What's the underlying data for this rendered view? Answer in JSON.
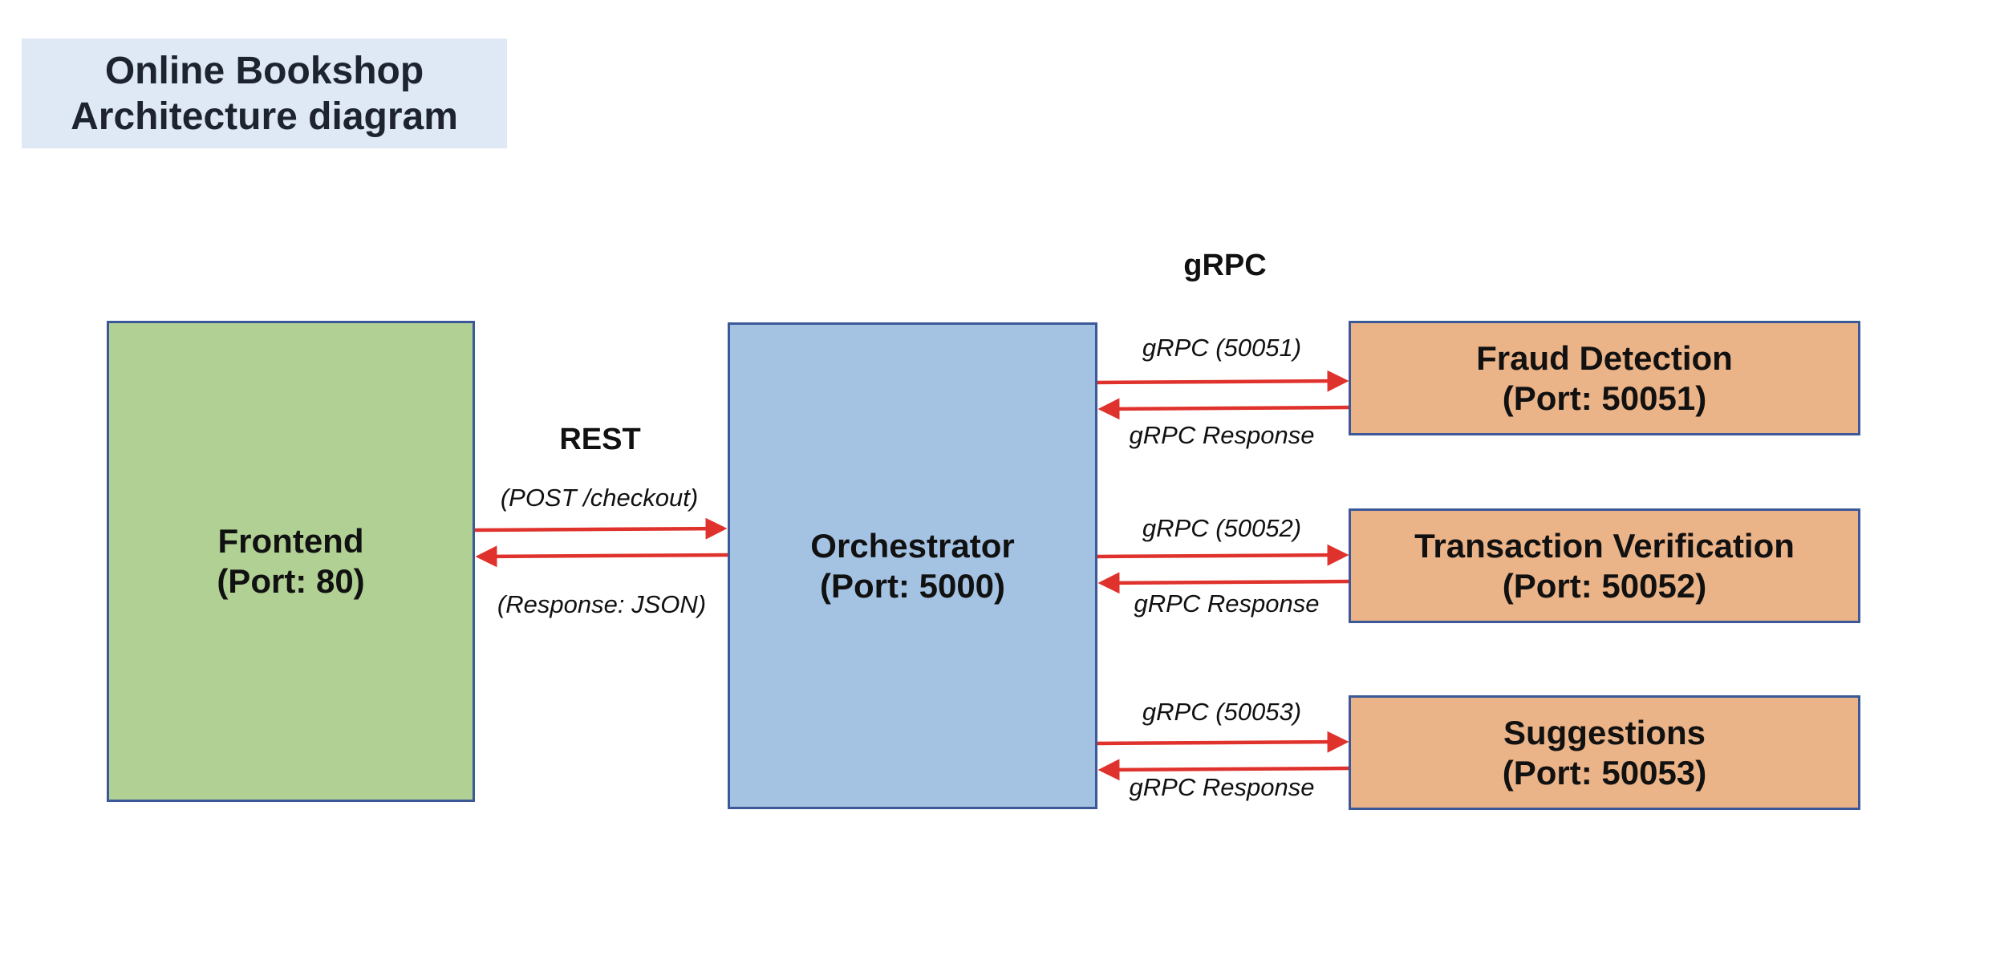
{
  "title": {
    "line1": "Online Bookshop",
    "line2": "Architecture diagram"
  },
  "nodes": {
    "frontend": {
      "name": "Frontend",
      "port": "(Port: 80)"
    },
    "orchestrator": {
      "name": "Orchestrator",
      "port": "(Port: 5000)"
    },
    "fraud_detection": {
      "name": "Fraud Detection",
      "port": "(Port: 50051)"
    },
    "transaction_verification": {
      "name": "Transaction Verification",
      "port": "(Port: 50052)"
    },
    "suggestions": {
      "name": "Suggestions",
      "port": "(Port: 50053)"
    }
  },
  "rest_link": {
    "protocol": "REST",
    "request": "(POST /checkout)",
    "response": "(Response: JSON)"
  },
  "grpc_group_label": "gRPC",
  "grpc_links": [
    {
      "request": "gRPC (50051)",
      "response": "gRPC Response"
    },
    {
      "request": "gRPC (50052)",
      "response": "gRPC Response"
    },
    {
      "request": "gRPC (50053)",
      "response": "gRPC Response"
    }
  ],
  "colors": {
    "arrow": "#e0322c",
    "frontend_fill": "#b1d093",
    "orchestrator_fill": "#a4c2e2",
    "service_fill": "#ebb388",
    "border": "#3b5998",
    "title_fill": "#dfe9f5"
  }
}
